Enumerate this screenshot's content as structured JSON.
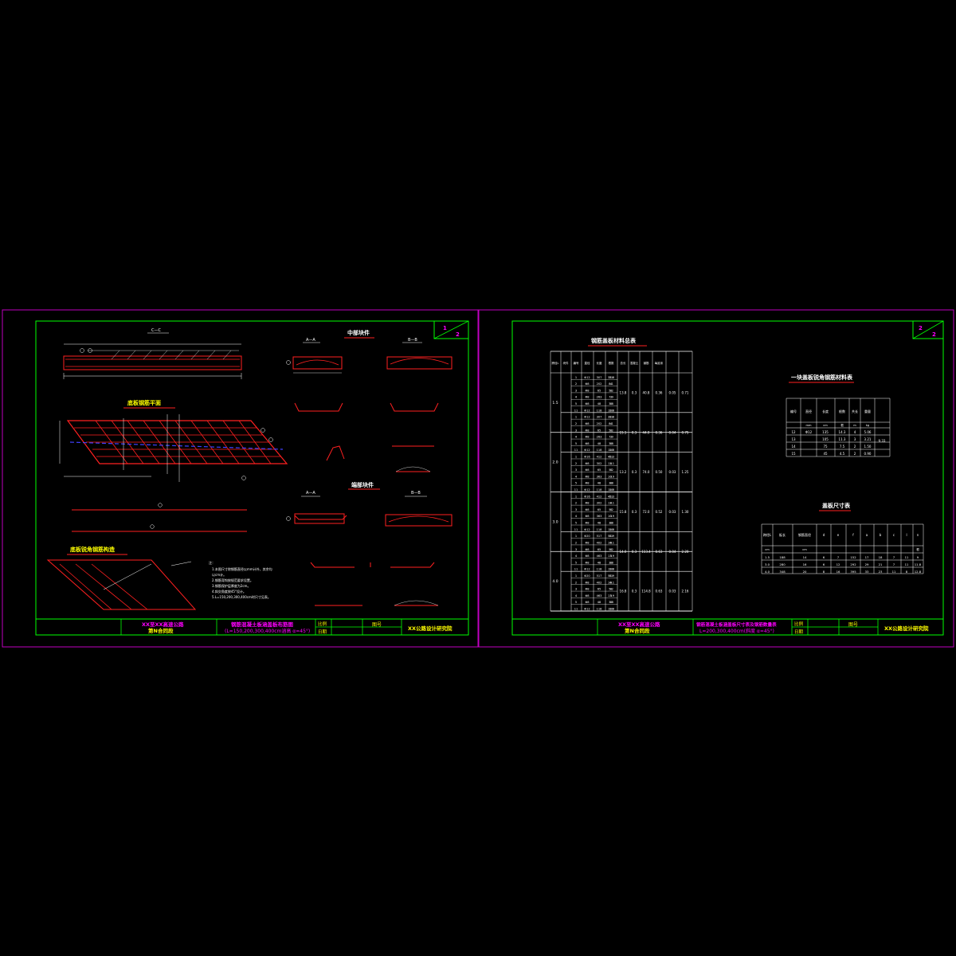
{
  "colors": {
    "background": "#000000",
    "frame": "#c000c0",
    "border": "#00ff00",
    "rebar": "#ff2020",
    "accent_blue": "#4040ff",
    "title_magenta": "#ff00ff",
    "title_yellow": "#ffff00",
    "title_cyan": "#00ffff"
  },
  "sheet1": {
    "page_num": "1",
    "page_total": "2",
    "section_cc": "C—C",
    "section_aa": "A—A",
    "section_bb": "B—B",
    "heading_mid": "中部块件",
    "heading_plan": "底板钢筋平面",
    "heading_end": "端部块件",
    "heading_corner": "底板锐角钢筋构造",
    "notes_head": "注：",
    "notes": [
      "1.本图尺寸除钢筋直径以mm计外，其余均",
      "   以cm计。",
      "2.钢筋弯钩按规范要求设置。",
      "3.钢筋保护层厚度为2cm。",
      "4.斜交角度按45°设计。",
      "5.L=150,200,300,400cm时尺寸见表。"
    ],
    "title_org": "XX至XX高速公路",
    "title_sub": "第N合同段",
    "title_main": "钢筋混凝土板涵盖板布筋图",
    "title_spec": "(L=150,200,300,400cm涵高 α=45°)",
    "scale_label": "比例",
    "date_label": "日期",
    "drawing_no_label": "图号",
    "institute": "XX公路设计研究院"
  },
  "sheet2": {
    "page_num": "2",
    "page_total": "2",
    "table1_title": "钢筋盖板材料总表",
    "table1_header": [
      "跨径L",
      "块件",
      "编号",
      "直径",
      "长度",
      "根数",
      "总长",
      "混凝土",
      "钢筋",
      "每延米"
    ],
    "table1_groups": [
      "1.5",
      "2.0",
      "3.0",
      "4.0"
    ],
    "table1_rows": [
      [
        "1",
        "Φ12",
        "307",
        "11",
        "33.8"
      ],
      [
        "2",
        "Φ8",
        "202",
        "4",
        "8.1"
      ],
      [
        "3",
        "Φ8",
        "65",
        "8",
        "5.2"
      ],
      [
        "4",
        "Φ8",
        "263",
        "3",
        "7.9"
      ],
      [
        "5",
        "Φ8",
        "48",
        "8",
        "3.8"
      ],
      [
        "11",
        "Φ12",
        "118",
        "10",
        "11.8"
      ],
      [
        "1",
        "Φ12",
        "307",
        "11",
        "33.8"
      ],
      [
        "2",
        "Φ8",
        "202",
        "4",
        "8.1"
      ],
      [
        "3",
        "Φ8",
        "65",
        "8",
        "5.2"
      ],
      [
        "4",
        "Φ8",
        "263",
        "3",
        "7.9"
      ],
      [
        "5",
        "Φ8",
        "48",
        "8",
        "3.8"
      ],
      [
        "11",
        "Φ12",
        "118",
        "10",
        "11.8"
      ],
      [
        "1",
        "Φ16",
        "412",
        "11",
        "45.3"
      ],
      [
        "2",
        "Φ8",
        "302",
        "4",
        "12.1"
      ],
      [
        "3",
        "Φ8",
        "65",
        "8",
        "5.2"
      ],
      [
        "4",
        "Φ8",
        "363",
        "3",
        "10.9"
      ],
      [
        "5",
        "Φ8",
        "48",
        "8",
        "3.8"
      ],
      [
        "11",
        "Φ12",
        "118",
        "10",
        "11.8"
      ],
      [
        "1",
        "Φ16",
        "412",
        "11",
        "45.3"
      ],
      [
        "2",
        "Φ8",
        "302",
        "4",
        "12.1"
      ],
      [
        "3",
        "Φ8",
        "65",
        "8",
        "5.2"
      ],
      [
        "4",
        "Φ8",
        "363",
        "3",
        "10.9"
      ],
      [
        "5",
        "Φ8",
        "48",
        "8",
        "3.8"
      ],
      [
        "11",
        "Φ12",
        "118",
        "10",
        "11.8"
      ],
      [
        "1",
        "Φ20",
        "517",
        "11",
        "56.9"
      ],
      [
        "2",
        "Φ8",
        "402",
        "4",
        "16.1"
      ],
      [
        "3",
        "Φ8",
        "65",
        "8",
        "5.2"
      ],
      [
        "4",
        "Φ8",
        "463",
        "3",
        "13.9"
      ],
      [
        "5",
        "Φ8",
        "48",
        "8",
        "3.8"
      ],
      [
        "11",
        "Φ12",
        "118",
        "10",
        "11.8"
      ],
      [
        "1",
        "Φ20",
        "517",
        "11",
        "56.9"
      ],
      [
        "2",
        "Φ8",
        "402",
        "4",
        "16.1"
      ],
      [
        "3",
        "Φ8",
        "65",
        "8",
        "5.2"
      ],
      [
        "4",
        "Φ8",
        "463",
        "3",
        "13.9"
      ],
      [
        "5",
        "Φ8",
        "48",
        "8",
        "3.8"
      ],
      [
        "11",
        "Φ12",
        "118",
        "10",
        "11.8"
      ]
    ],
    "table1_summary": [
      [
        "13.8",
        "0.3",
        "40.8",
        "0.36",
        "0.05",
        "0.71"
      ],
      [
        "15.1",
        "0.3",
        "44.0",
        "0.36",
        "0.04",
        "0.75"
      ],
      [
        "13.2",
        "0.3",
        "74.0",
        "0.50",
        "0.03",
        "1.25"
      ],
      [
        "15.8",
        "0.3",
        "72.0",
        "0.52",
        "0.03",
        "1.30"
      ],
      [
        "14.0",
        "0.3",
        "113.4",
        "0.63",
        "0.04",
        "2.20"
      ],
      [
        "16.8",
        "0.3",
        "114.8",
        "0.63",
        "0.03",
        "2.16"
      ]
    ],
    "table2_title": "一块盖板锐角钢筋材料表",
    "table2_header": [
      "编号",
      "直径",
      "长度",
      "根数",
      "共长",
      "重量"
    ],
    "table2_units": [
      "",
      "mm",
      "cm",
      "根",
      "m",
      "kg"
    ],
    "table2_rows": [
      [
        "12",
        "Φ12",
        "135",
        "14.3",
        "4",
        "5.06"
      ],
      [
        "13",
        "",
        "105",
        "11.3",
        "3",
        "3.21"
      ],
      [
        "14",
        "",
        "75",
        "7.5",
        "2",
        "1.50"
      ],
      [
        "15",
        "",
        "45",
        "4.5",
        "2",
        "0.90"
      ]
    ],
    "table2_total": "9.33",
    "table3_title": "盖板尺寸表",
    "table3_header": [
      "跨径L",
      "板长",
      "钢筋直径",
      "d",
      "e",
      "f",
      "a",
      "b",
      "c",
      "l",
      "n",
      "x"
    ],
    "table3_units": [
      "cm",
      "",
      "cm",
      "",
      "",
      "",
      "",
      "",
      "",
      "",
      "根",
      "cm"
    ],
    "table3_rows": [
      [
        "1.5",
        "188",
        "14",
        "6",
        "7",
        "152",
        "17",
        "18",
        "7",
        "11",
        "9"
      ],
      [
        "3.0",
        "280",
        "16",
        "6",
        "12",
        "292",
        "29",
        "21",
        "7",
        "11",
        "11.8"
      ],
      [
        "4.0",
        "348",
        "20",
        "8",
        "16",
        "395",
        "33",
        "23",
        "11",
        "8",
        "12.8"
      ]
    ],
    "title_org": "XX至XX高速公路",
    "title_sub": "第N合同段",
    "title_main": "钢筋混凝土板涵盖板尺寸表及钢筋数量表",
    "title_spec": "L=200,300,400cm(斜度 α=45°)",
    "scale_label": "比例",
    "date_label": "日期",
    "drawing_no_label": "图号",
    "institute": "XX公路设计研究院"
  }
}
